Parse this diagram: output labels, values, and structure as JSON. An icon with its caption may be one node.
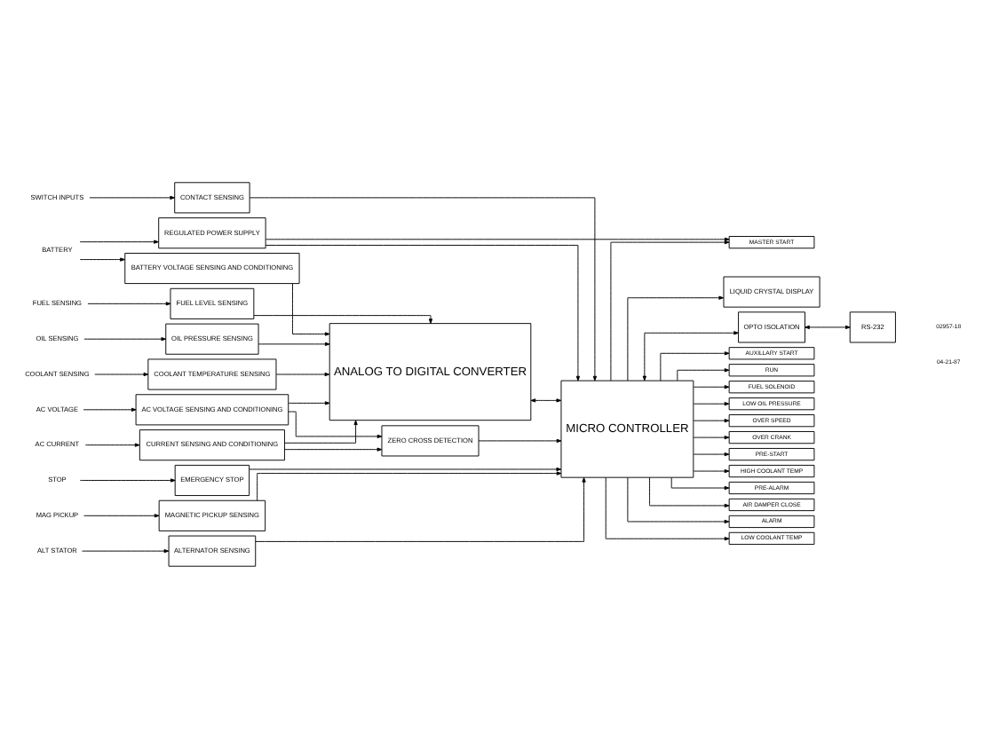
{
  "diagram": {
    "nodes": [
      {
        "text": [
          "BATTERY"
        ]
      },
      {
        "text": [
          "REGULATED POWER SUPPLY"
        ]
      },
      {
        "text": [
          "BATTERY VOLTAGE SENSING AND CONDITIONING"
        ]
      },
      {
        "text": [
          "ZERO CROSS DETECTION"
        ]
      },
      {
        "text": [
          "STOP"
        ]
      },
      {
        "text": [
          "EMERGENCY STOP"
        ]
      },
      {
        "text": [
          "AC VOLTAGE"
        ]
      },
      {
        "text": [
          "AC VOLTAGE SENSING AND CONDITIONING"
        ]
      },
      {
        "text": [
          "AC CURRENT"
        ]
      },
      {
        "text": [
          "CURRENT SENSING AND CONDITIONING"
        ]
      },
      {
        "text": [
          "ANALOG TO DIGITAL CONVERTER"
        ]
      },
      {
        "text": [
          "MICRO CONTROLLER"
        ]
      },
      {
        "text": [
          "COOLANT SENSING"
        ]
      },
      {
        "text": [
          "COOLANT TEMPERATURE SENSING"
        ]
      },
      {
        "text": [
          "FUEL SENSING"
        ]
      },
      {
        "text": [
          "FUEL LEVEL SENSING"
        ]
      },
      {
        "text": [
          "OIL SENSING"
        ]
      },
      {
        "text": [
          "OIL PRESSURE SENSING"
        ]
      },
      {
        "text": [
          "MAG PICKUP"
        ]
      },
      {
        "text": [
          "MAGNETIC PICKUP SENSING"
        ]
      },
      {
        "text": [
          "ALT STATOR"
        ]
      },
      {
        "text": [
          "ALTERNATOR SENSING"
        ]
      },
      {
        "text": [
          "SWITCH INPUTS"
        ]
      },
      {
        "text": [
          "CONTACT SENSING"
        ]
      },
      {
        "text": [
          "MASTER START"
        ]
      },
      {
        "text": [
          "AUXILLARY START"
        ]
      },
      {
        "text": [
          "RUN"
        ]
      },
      {
        "text": [
          "FUEL SOLENOID"
        ]
      },
      {
        "text": [
          "LOW OIL PRESSURE"
        ]
      },
      {
        "text": [
          "OVER SPEED"
        ]
      },
      {
        "text": [
          "OVER CRANK"
        ]
      },
      {
        "text": [
          "PRE-START"
        ]
      },
      {
        "text": [
          "HIGH COOLANT TEMP"
        ]
      },
      {
        "text": [
          "PRE-ALARM"
        ]
      },
      {
        "text": [
          "AIR DAMPER CLOSE"
        ]
      },
      {
        "text": [
          "ALARM"
        ]
      },
      {
        "text": [
          "LOW COOLANT TEMP"
        ]
      },
      {
        "text": [
          "LIQUID CRYSTAL DISPLAY"
        ]
      },
      {
        "text": [
          "OPTO ISOLATION"
        ]
      },
      {
        "text": [
          "RS-232"
        ]
      }
    ],
    "edges": [
      {
        "from": 0,
        "to": 1,
        "arrow": "to"
      },
      {
        "from": 0,
        "to": 2,
        "arrow": "to"
      },
      {
        "from": 1,
        "to": 11,
        "arrow": "to"
      },
      {
        "from": 1,
        "to": 24,
        "arrow": "to"
      },
      {
        "from": 2,
        "to": 10,
        "arrow": "to"
      },
      {
        "from": 7,
        "to": 3,
        "arrow": "to"
      },
      {
        "from": 9,
        "to": 3,
        "arrow": "to"
      },
      {
        "from": 3,
        "to": 11,
        "arrow": "to"
      },
      {
        "from": 4,
        "to": 5,
        "arrow": "to"
      },
      {
        "from": 5,
        "to": 11,
        "arrow": "to"
      },
      {
        "from": 6,
        "to": 7,
        "arrow": "to"
      },
      {
        "from": 7,
        "to": 10,
        "arrow": "to"
      },
      {
        "from": 8,
        "to": 9,
        "arrow": "to"
      },
      {
        "from": 9,
        "to": 10,
        "arrow": "to"
      },
      {
        "from": 10,
        "to": 11,
        "arrow": "both"
      },
      {
        "from": 12,
        "to": 13,
        "arrow": "to"
      },
      {
        "from": 13,
        "to": 10,
        "arrow": "to"
      },
      {
        "from": 14,
        "to": 15,
        "arrow": "to"
      },
      {
        "from": 15,
        "to": 10,
        "arrow": "to"
      },
      {
        "from": 16,
        "to": 17,
        "arrow": "to"
      },
      {
        "from": 17,
        "to": 10,
        "arrow": "to"
      },
      {
        "from": 18,
        "to": 19,
        "arrow": "to"
      },
      {
        "from": 19,
        "to": 11,
        "arrow": "to"
      },
      {
        "from": 20,
        "to": 21,
        "arrow": "to"
      },
      {
        "from": 21,
        "to": 11,
        "arrow": "to"
      },
      {
        "from": 22,
        "to": 23,
        "arrow": "to"
      },
      {
        "from": 23,
        "to": 11,
        "arrow": "to"
      },
      {
        "from": 11,
        "to": 24,
        "arrow": "to"
      },
      {
        "from": 11,
        "to": 25,
        "arrow": "to"
      },
      {
        "from": 11,
        "to": 26,
        "arrow": "to"
      },
      {
        "from": 11,
        "to": 27,
        "arrow": "to"
      },
      {
        "from": 11,
        "to": 28,
        "arrow": "to"
      },
      {
        "from": 11,
        "to": 29,
        "arrow": "to"
      },
      {
        "from": 11,
        "to": 30,
        "arrow": "to"
      },
      {
        "from": 11,
        "to": 31,
        "arrow": "to"
      },
      {
        "from": 11,
        "to": 32,
        "arrow": "to"
      },
      {
        "from": 11,
        "to": 33,
        "arrow": "to"
      },
      {
        "from": 11,
        "to": 34,
        "arrow": "to"
      },
      {
        "from": 11,
        "to": 35,
        "arrow": "to"
      },
      {
        "from": 11,
        "to": 36,
        "arrow": "to"
      },
      {
        "from": 11,
        "to": 37,
        "arrow": "to"
      },
      {
        "from": 11,
        "to": 38,
        "arrow": "both"
      },
      {
        "from": 38,
        "to": 39,
        "arrow": "both"
      }
    ],
    "labels": [
      "02957-18",
      "04-21-87"
    ]
  }
}
